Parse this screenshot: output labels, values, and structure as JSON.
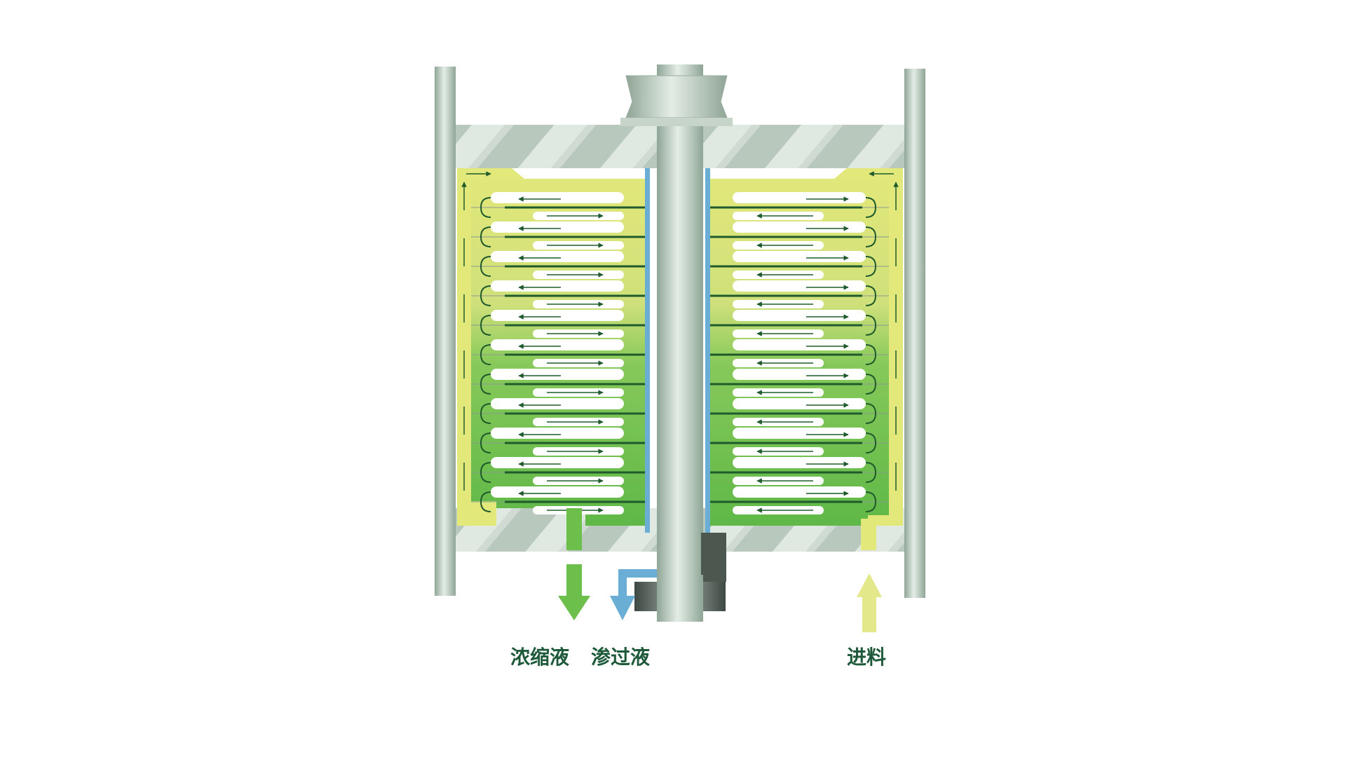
{
  "labels": {
    "concentrate": "浓缩液",
    "permeate": "渗过液",
    "feed": "进料"
  },
  "colors": {
    "concentrate_green": "#6cbf4a",
    "permeate_blue": "#6aaed6",
    "feed_yellow": "#e3e98a",
    "steel": "#b7c9bc",
    "label_text": "#1e5a3a",
    "flow_line": "#1e5a2c"
  },
  "icons": [
    "concentrate-outlet-arrow",
    "permeate-outlet-arrow",
    "feed-inlet-arrow",
    "hex-nut",
    "bolt"
  ]
}
